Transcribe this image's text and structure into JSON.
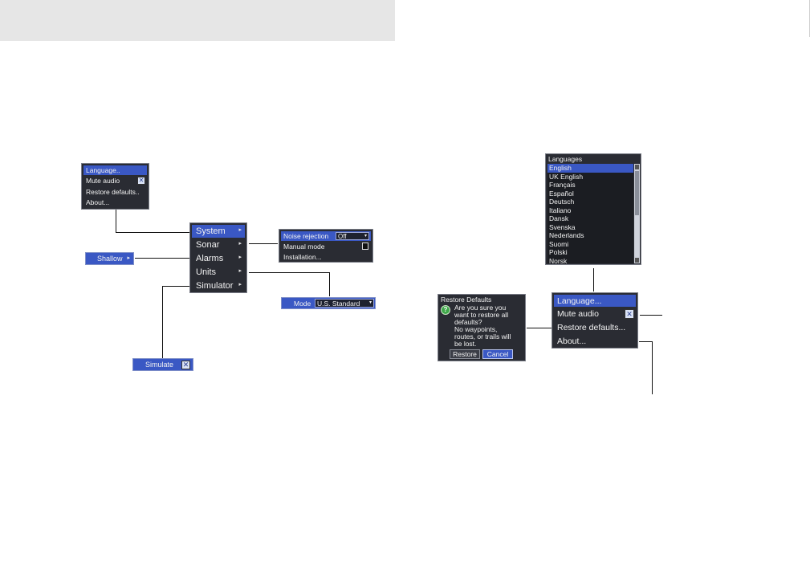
{
  "small_menu": {
    "items": [
      {
        "label": "Language.."
      },
      {
        "label": "Mute audio"
      },
      {
        "label": "Restore defaults.."
      },
      {
        "label": "About..."
      }
    ]
  },
  "settings_menu": {
    "items": [
      {
        "label": "System"
      },
      {
        "label": "Sonar"
      },
      {
        "label": "Alarms"
      },
      {
        "label": "Units"
      },
      {
        "label": "Simulator"
      }
    ]
  },
  "shallow_button": {
    "label": "Shallow"
  },
  "sonar_menu": {
    "noise_rejection_label": "Noise rejection",
    "noise_rejection_value": "Off",
    "manual_mode_label": "Manual mode",
    "installation_label": "Installation..."
  },
  "mode_selector": {
    "label": "Mode",
    "value": "U.S. Standard"
  },
  "simulate_toggle": {
    "label": "Simulate"
  },
  "languages": {
    "title": "Languages",
    "items": [
      "English",
      "UK English",
      "Français",
      "Español",
      "Deutsch",
      "Italiano",
      "Dansk",
      "Svenska",
      "Nederlands",
      "Suomi",
      "Polski",
      "Norsk"
    ]
  },
  "restore_dialog": {
    "title": "Restore Defaults",
    "message_lines": [
      "Are you sure you",
      "want to restore all",
      "defaults?",
      "No waypoints,",
      "routes, or trails will",
      "be lost."
    ],
    "restore_label": "Restore",
    "cancel_label": "Cancel"
  },
  "large_menu": {
    "items": [
      {
        "label": "Language..."
      },
      {
        "label": "Mute audio"
      },
      {
        "label": "Restore defaults..."
      },
      {
        "label": "About..."
      }
    ]
  },
  "colors": {
    "menu_background": "#2a2c33",
    "selection_blue": "#3a58c4",
    "header_band": "#e6e6e6"
  }
}
